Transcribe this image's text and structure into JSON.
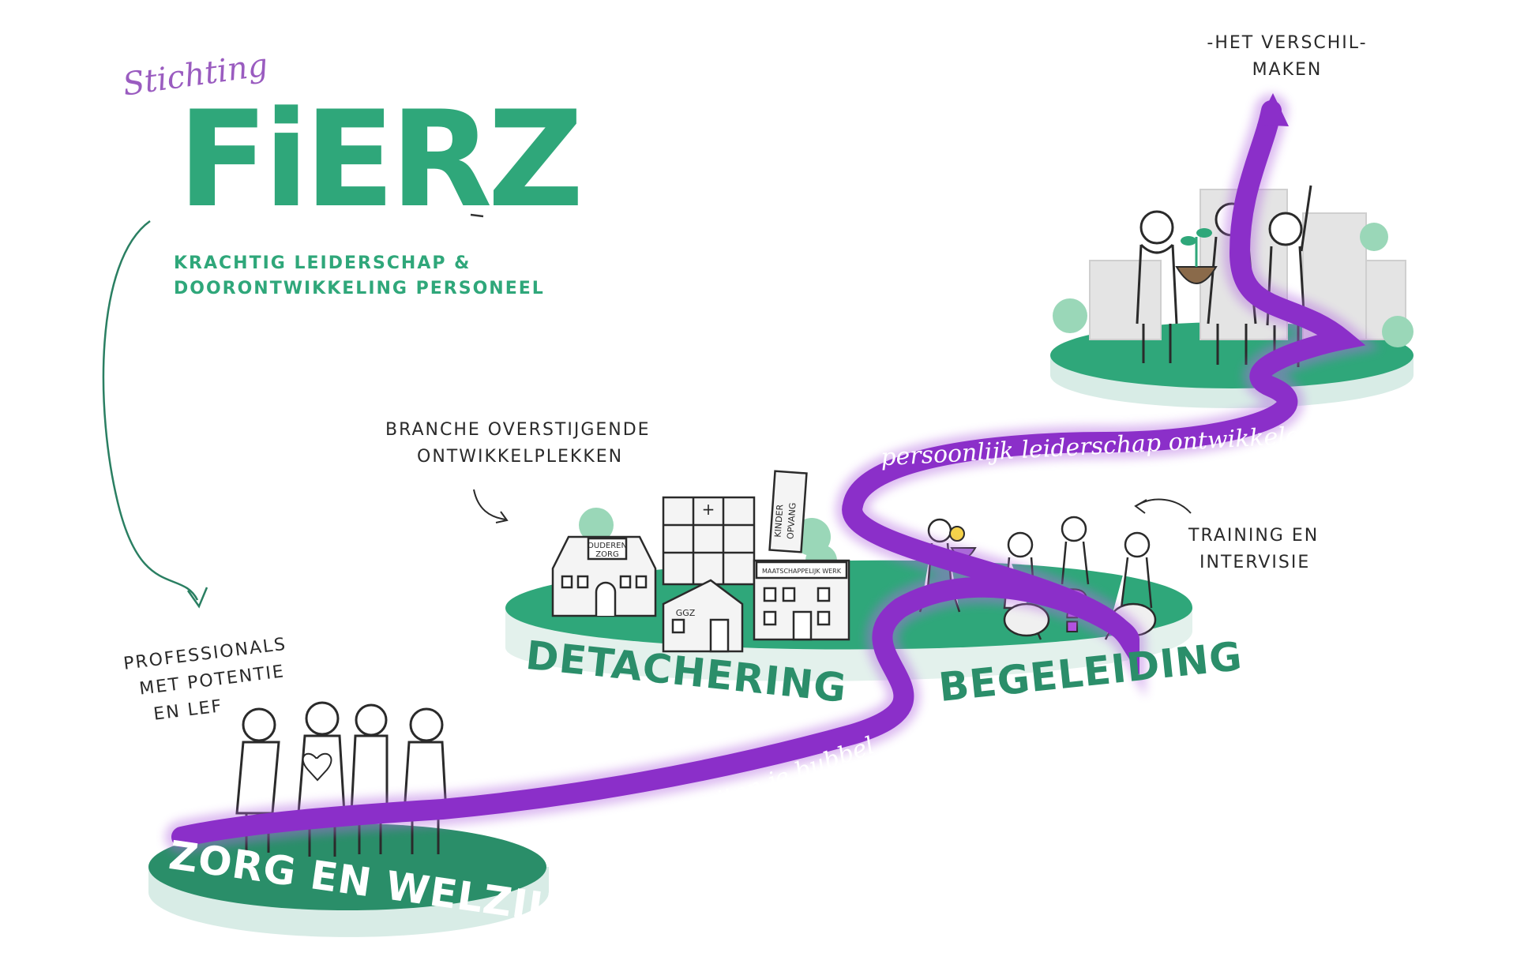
{
  "brand": {
    "prefix": "Stichting",
    "name": "FiERZ",
    "tagline_line1": "KRACHTIG LEIDERSCHAP &",
    "tagline_line2": "DOORONTWIKKELING PERSONEEL"
  },
  "labels": {
    "top_line1": "-HET VERSCHIL-",
    "top_line2": "MAKEN",
    "branche_line1": "BRANCHE OVERSTIJGENDE",
    "branche_line2": "ONTWIKKELPLEKKEN",
    "training_line1": "TRAINING EN",
    "training_line2": "INTERVISIE",
    "professionals_line1": "PROFESSIONALS",
    "professionals_line2": "MET POTENTIE",
    "professionals_line3": "EN LEF"
  },
  "path_labels": {
    "upper": "persoonlijk leiderschap ontwikkelen",
    "lower": "Leren buiten je bubbel"
  },
  "platforms": {
    "detachering": "DETACHERING",
    "begeleiding": "BEGELEIDING",
    "zorg": "ZORG EN WELZIJN"
  },
  "buildings": {
    "ouderenzorg_line1": "OUDEREN",
    "ouderenzorg_line2": "ZORG",
    "ggz": "GGZ",
    "kinderopvang_line1": "KINDER",
    "kinderopvang_line2": "OPVANG",
    "maatschappelijk": "MAATSCHAPPELIJK WERK",
    "hospital_cross": "+"
  },
  "colors": {
    "green": "#2fa77a",
    "green_dark": "#2b8e6a",
    "purple": "#8b2fc9",
    "platform_side": "#d8ece6"
  }
}
